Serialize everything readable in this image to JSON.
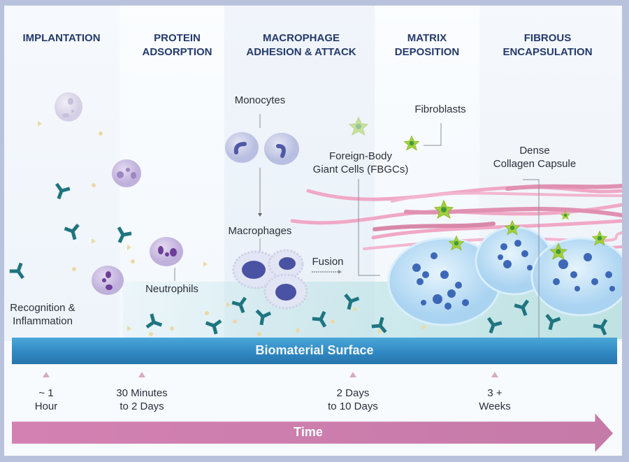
{
  "phases": [
    {
      "id": "implantation",
      "title": "IMPLANTATION"
    },
    {
      "id": "protein-adsorption",
      "title": "PROTEIN\nADSORPTION"
    },
    {
      "id": "macrophage-adhesion",
      "title": "MACROPHAGE\nADHESION & ATTACK"
    },
    {
      "id": "matrix-deposition",
      "title": "MATRIX\nDEPOSITION"
    },
    {
      "id": "fibrous-encapsulation",
      "title": "FIBROUS\nENCAPSULATION"
    }
  ],
  "labels": {
    "recognition": "Recognition &\nInflammation",
    "neutrophils": "Neutrophils",
    "monocytes": "Monocytes",
    "macrophages": "Macrophages",
    "fusion": "Fusion",
    "fbgc": "Foreign-Body\nGiant Cells (FBGCs)",
    "fibroblasts": "Fibroblasts",
    "capsule": "Dense\nCollagen Capsule"
  },
  "surface_label": "Biomaterial Surface",
  "timeline": {
    "ticks": [
      {
        "label": "~ 1\nHour"
      },
      {
        "label": "30 Minutes\nto 2 Days"
      },
      {
        "label": "2 Days\nto 10 Days"
      },
      {
        "label": "3 +\nWeeks"
      }
    ],
    "axis_label": "Time"
  },
  "colors": {
    "phase_title": "#243a6b",
    "surface": "#2f86c0",
    "time_arrow": "#cc80ac",
    "antibody": "#1f7580",
    "collagen": "#ee9ec0",
    "fbgc": "#bfe0f6",
    "nucleus": "#3d68b8",
    "fibroblast": "#9fcd3c"
  }
}
